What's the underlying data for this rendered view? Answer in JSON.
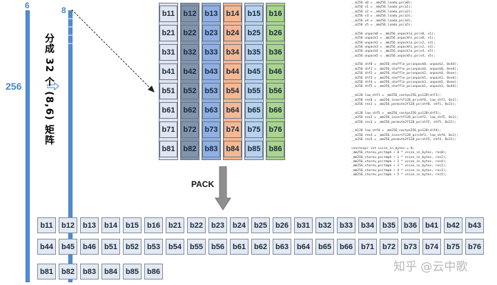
{
  "left_panel": {
    "outer_cols": "6",
    "rows": "256",
    "inner_cols": "8",
    "vertical_caption": "分成 32 个 (8,6) 矩阵",
    "bar_color": "#4f8fd6"
  },
  "matrix": {
    "row_labels": [
      [
        "b11",
        "b12",
        "b13",
        "b14",
        "b15",
        "b16"
      ],
      [
        "b21",
        "b22",
        "b23",
        "b24",
        "b25",
        "b26"
      ],
      [
        "b31",
        "b32",
        "b33",
        "b34",
        "b35",
        "b36"
      ],
      [
        "b41",
        "b42",
        "b43",
        "b44",
        "b45",
        "b46"
      ],
      [
        "b51",
        "b52",
        "b53",
        "b54",
        "b55",
        "b56"
      ],
      [
        "b61",
        "b62",
        "b63",
        "b64",
        "b65",
        "b66"
      ],
      [
        "b71",
        "b72",
        "b73",
        "b74",
        "b75",
        "b76"
      ],
      [
        "b81",
        "b82",
        "b83",
        "b84",
        "b85",
        "b86"
      ]
    ],
    "column_colors": [
      "#dfe6f1",
      "#8094ad",
      "#8fb0e3",
      "#f5b894",
      "#b7d2ee",
      "#a9d58e"
    ]
  },
  "code": {
    "lines": [
      "__m256 v0 = _mm256_loadu_ps(a0);",
      "__m256 v1 = _mm256_loadu_ps(a1);",
      "__m256 v2 = _mm256_loadu_ps(a2);",
      "__m256 v3 = _mm256_loadu_ps(a3);",
      "__m256 v4 = _mm256_loadu_ps(a4);",
      "__m256 v5 = _mm256_loadu_ps(a5);",
      "",
      "__m256 unpack0 = _mm256_unpacklo_ps(v0, v1);",
      "__m256 unpack1 = _mm256_unpackhi_ps(v0, v1);",
      "__m256 unpack2 = _mm256_unpacklo_ps(v2, v3);",
      "__m256 unpack3 = _mm256_unpackhi_ps(v2, v3);",
      "__m256 unpack4 = _mm256_unpacklo_ps(v4, v5);",
      "__m256 unpack5 = _mm256_unpackhi_ps(v4, v5);",
      "",
      "__m256 shf0 = _mm256_shuffle_ps(unpack0, unpack2, 0x44);",
      "__m256 shf1 = _mm256_shuffle_ps(unpack4, unpack0, 0xe4);",
      "__m256 shf2 = _mm256_shuffle_ps(unpack2, unpack4, 0xee);",
      "__m256 shf3 = _mm256_shuffle_ps(unpack5, unpack1, 0xe4);",
      "__m256 shf4 = _mm256_shuffle_ps(unpack3, unpack5, 0xee);",
      "__m256 shf5 = _mm256_shuffle_ps(unpack1, unpack3, 0x44);",
      "",
      "__m128 low_shf1 = _mm256_castps256_ps128(shf1);",
      "__m256 res0 = _mm256_insertf128_ps(shf0, low_shf1, 0x1);",
      "__m256 res1 = _mm256_permute2f128_ps(shf0, shf1, 0x31);",
      "",
      "__m128 low_shf5 = _mm256_castps256_ps128(shf5);",
      "__m256 res2 = _mm256_insertf128_ps(shf2, low_shf5, 0x1);",
      "__m256 res3 = _mm256_permute2f128_ps(shf2, shf5, 0x31);",
      "",
      "__m128 low_shf4 = _mm256_castps256_ps128(shf4);",
      "__m256 res4 = _mm256_insertf128_ps(shf3, low_shf4, 0x1);",
      "__m256 res5 = _mm256_permute2f128_ps(shf3, shf4, 0x31);",
      "",
      "constexpr int vsize_in_bytes = 8;",
      "_mm256_storeu_ps(tmpb + 0 * vsize_in_bytes, res0);",
      "_mm256_storeu_ps(tmpb + 1 * vsize_in_bytes, res2);",
      "_mm256_storeu_ps(tmpb + 2 * vsize_in_bytes, res4);",
      "_mm256_storeu_ps(tmpb + 3 * vsize_in_bytes, res1);",
      "_mm256_storeu_ps(tmpb + 4 * vsize_in_bytes, res3);",
      "_mm256_storeu_ps(tmpb + 5 * vsize_in_bytes, res5);"
    ]
  },
  "pack_label": "PACK",
  "packed": {
    "row1": [
      "b11",
      "b12",
      "b13",
      "b14",
      "b15",
      "b16",
      "b21",
      "b22",
      "b23",
      "b24",
      "b25",
      "b26",
      "b31",
      "b32",
      "b33",
      "b34",
      "b35",
      "b36",
      "b41",
      "b42",
      "b43"
    ],
    "row2": [
      "b44",
      "b45",
      "b46",
      "b51",
      "b52",
      "b53",
      "b54",
      "b55",
      "b56",
      "b61",
      "b62",
      "b63",
      "b64",
      "b65",
      "b66",
      "b71",
      "b72",
      "b73",
      "b74",
      "b75",
      "b76"
    ],
    "row3": [
      "b81",
      "b82",
      "b83",
      "b84",
      "b85",
      "b86"
    ]
  },
  "watermark": "知乎 @云中歌"
}
